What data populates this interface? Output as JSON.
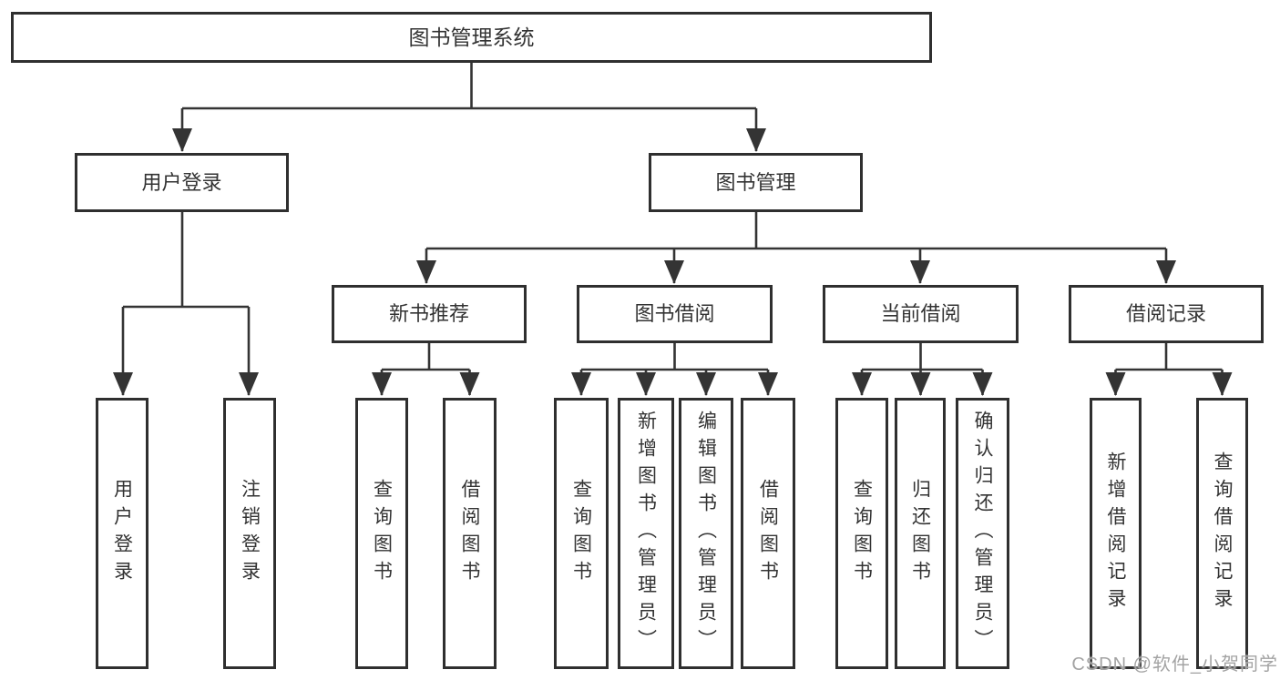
{
  "diagram": {
    "background": "#ffffff",
    "line_color": "#343434",
    "text_color": "#333333",
    "watermark_color": "#a3a3a3",
    "watermark": "CSDN @软件_小贺同学",
    "nodes": {
      "root": "图书管理系统",
      "user_login": "用户登录",
      "book_mgmt": "图书管理",
      "new_book_rec": "新书推荐",
      "book_borrow": "图书借阅",
      "current_borrow": "当前借阅",
      "borrow_records": "借阅记录",
      "leaf_user_login": "用户登录",
      "leaf_logout": "注销登录",
      "leaf_nb_query": "查询图书",
      "leaf_nb_borrow": "借阅图书",
      "leaf_bb_query": "查询图书",
      "leaf_bb_add": "新增图书（管理员）",
      "leaf_bb_edit": "编辑图书（管理员）",
      "leaf_bb_borrow": "借阅图书",
      "leaf_cb_query": "查询图书",
      "leaf_cb_return": "归还图书",
      "leaf_cb_confirm": "确认归还（管理员）",
      "leaf_br_add": "新增借阅记录",
      "leaf_br_query": "查询借阅记录"
    },
    "hierarchy": [
      {
        "parent": "图书管理系统",
        "children": [
          "用户登录",
          "图书管理"
        ]
      },
      {
        "parent": "用户登录",
        "children": [
          "用户登录",
          "注销登录"
        ]
      },
      {
        "parent": "图书管理",
        "children": [
          "新书推荐",
          "图书借阅",
          "当前借阅",
          "借阅记录"
        ]
      },
      {
        "parent": "新书推荐",
        "children": [
          "查询图书",
          "借阅图书"
        ]
      },
      {
        "parent": "图书借阅",
        "children": [
          "查询图书",
          "新增图书（管理员）",
          "编辑图书（管理员）",
          "借阅图书"
        ]
      },
      {
        "parent": "当前借阅",
        "children": [
          "查询图书",
          "归还图书",
          "确认归还（管理员）"
        ]
      },
      {
        "parent": "借阅记录",
        "children": [
          "新增借阅记录",
          "查询借阅记录"
        ]
      }
    ]
  }
}
